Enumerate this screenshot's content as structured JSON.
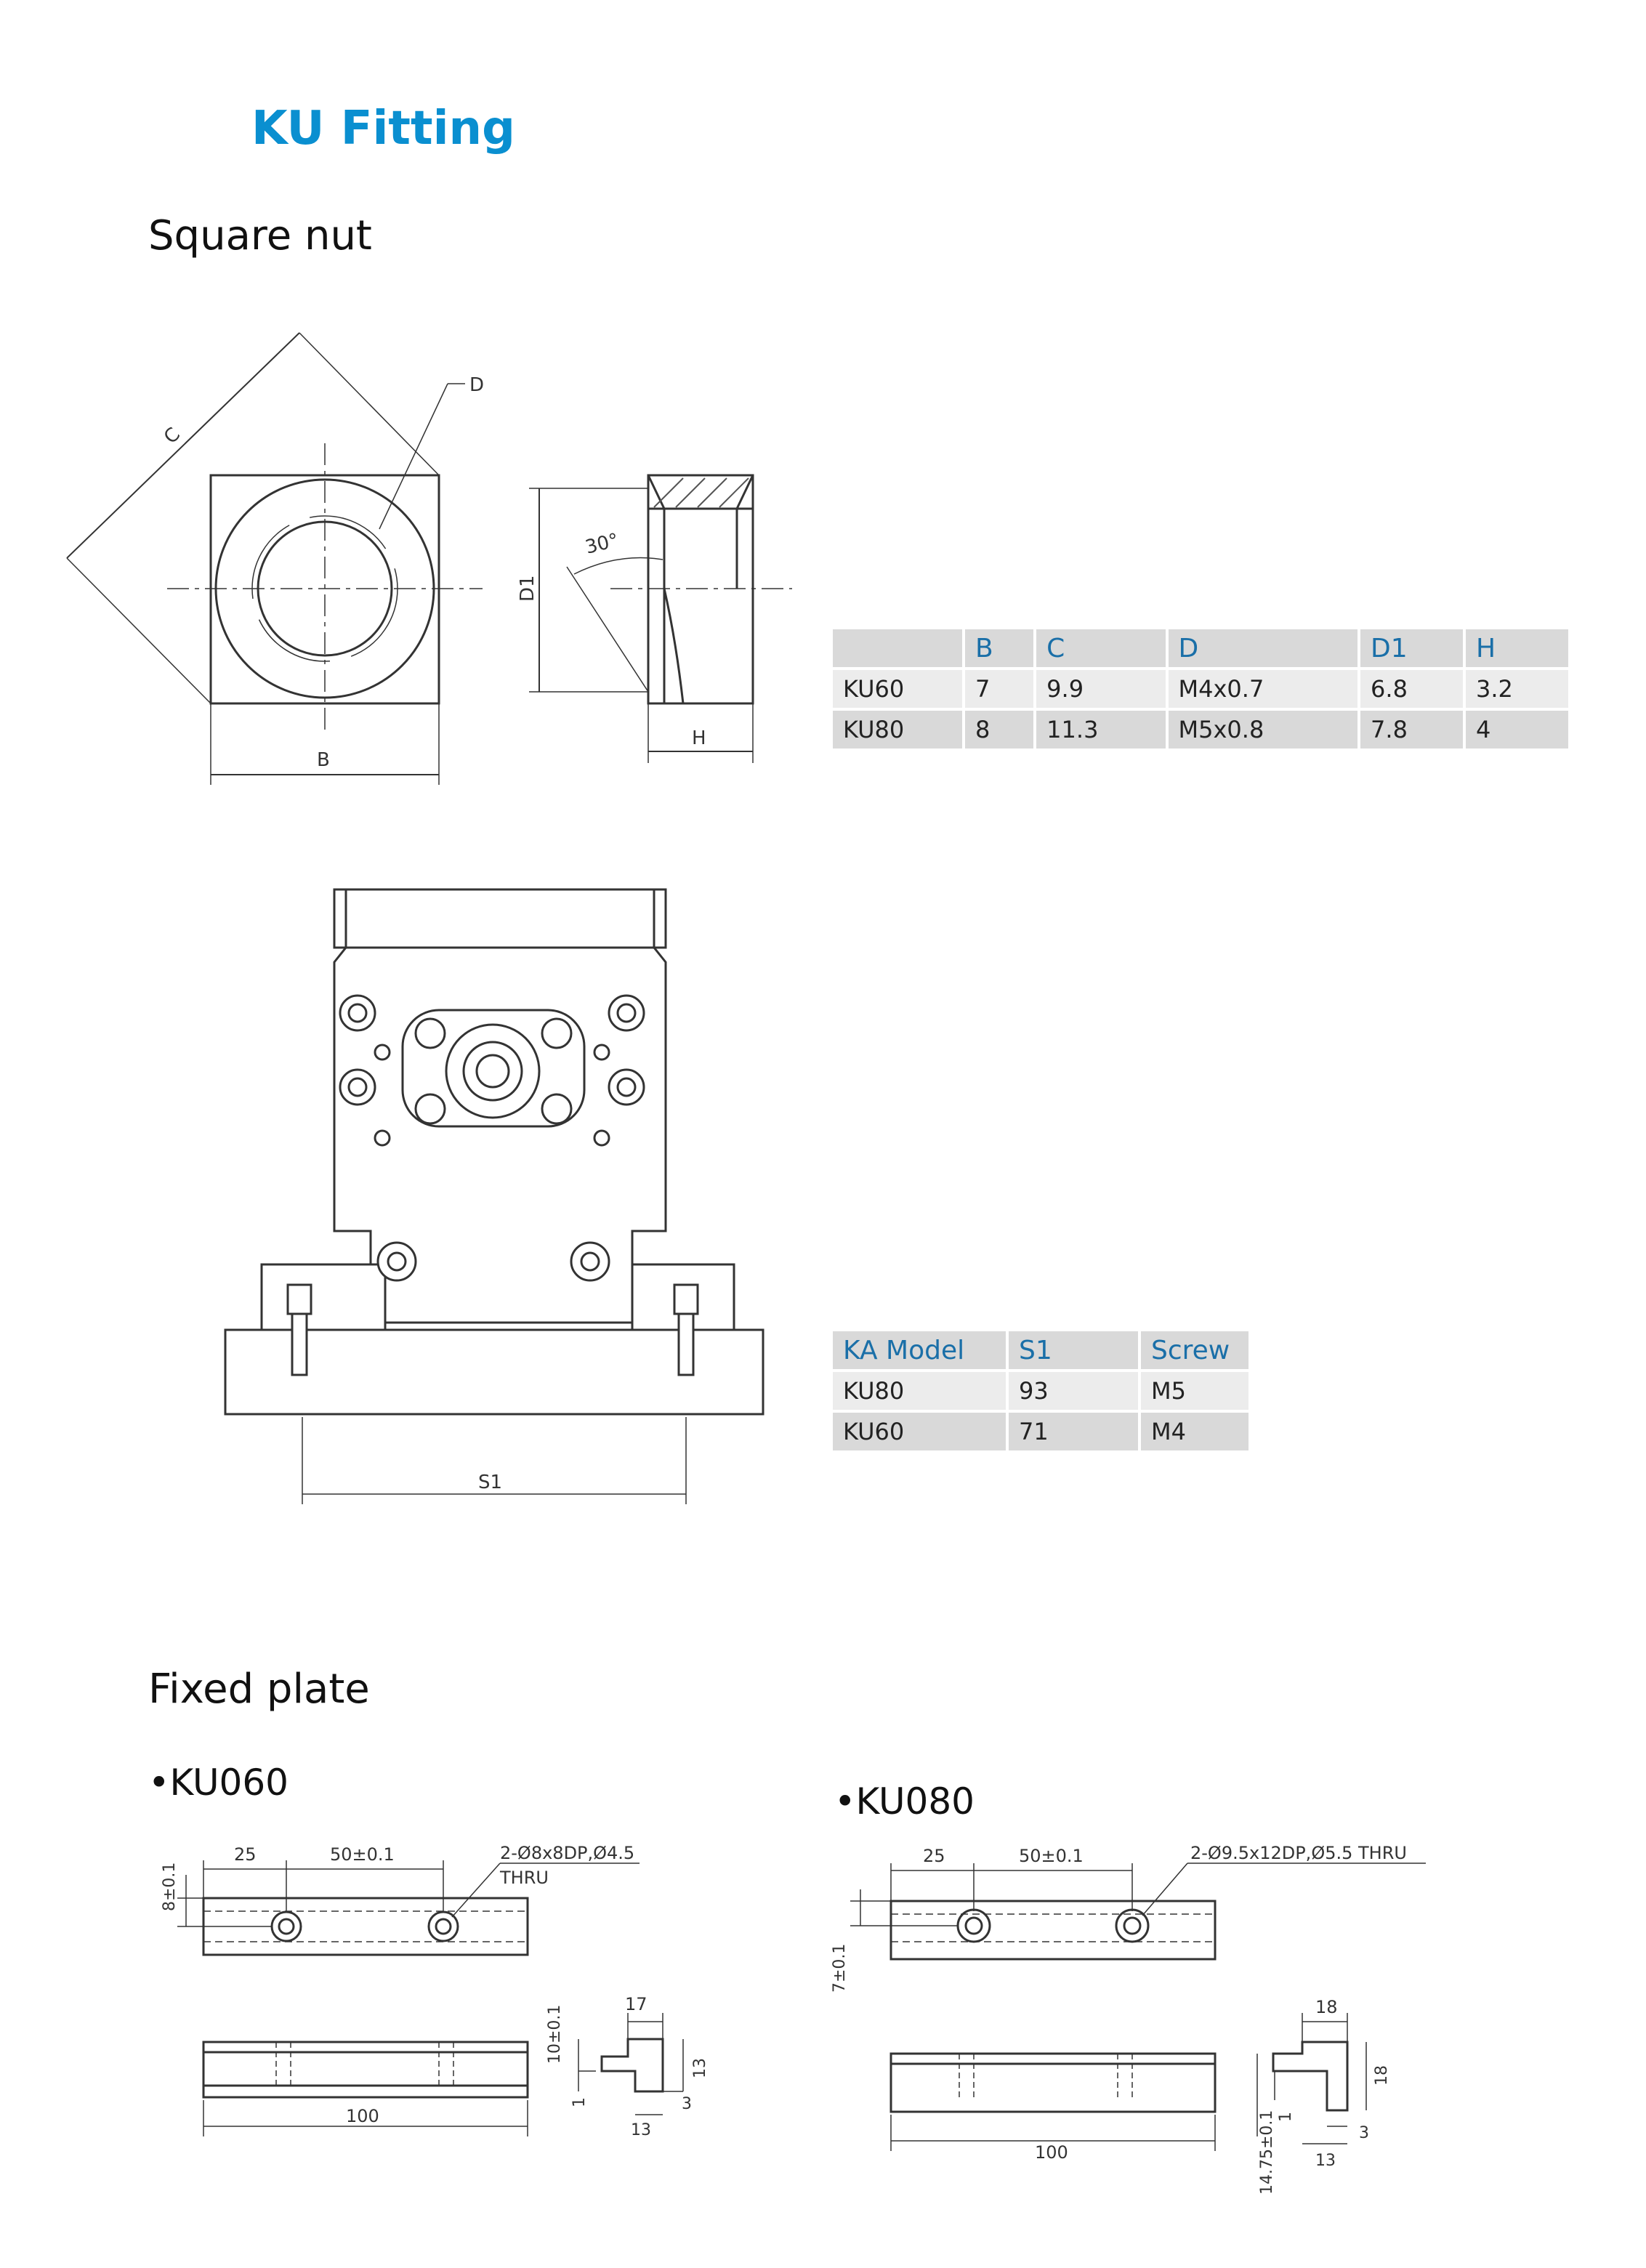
{
  "title": "KU Fitting",
  "section_square_nut": "Square nut",
  "section_fixed_plate": "Fixed plate",
  "nut_labels": {
    "c": "C",
    "d": "D",
    "d1": "D1",
    "angle": "30°",
    "b": "B",
    "h": "H"
  },
  "nut_table": {
    "headers": [
      "",
      "B",
      "C",
      "D",
      "D1",
      "H"
    ],
    "rows": [
      [
        "KU60",
        "7",
        "9.9",
        "M4x0.7",
        "6.8",
        "3.2"
      ],
      [
        "KU80",
        "8",
        "11.3",
        "M5x0.8",
        "7.8",
        "4"
      ]
    ]
  },
  "assembly_label": "S1",
  "ka_table": {
    "headers": [
      "KA Model",
      "S1",
      "Screw"
    ],
    "rows": [
      [
        "KU80",
        "93",
        "M5"
      ],
      [
        "KU60",
        "71",
        "M4"
      ]
    ]
  },
  "ku060": {
    "name": "•KU060",
    "dim_25": "25",
    "dim_50": "50±0.1",
    "dim_8": "8±0.1",
    "note_line1": "2-Ø8x8DP,Ø4.5",
    "note_line2": "THRU",
    "dim_100": "100",
    "dim_17": "17",
    "dim_10": "10±0.1",
    "dim_13a": "13",
    "dim_1": "1",
    "dim_3": "3",
    "dim_13b": "13"
  },
  "ku080": {
    "name": "•KU080",
    "dim_25": "25",
    "dim_50": "50±0.1",
    "dim_7": "7±0.1",
    "note_line1": "2-Ø9.5x12DP,Ø5.5 THRU",
    "dim_100": "100",
    "dim_18a": "18",
    "dim_18b": "18",
    "dim_1": "1",
    "dim_3": "3",
    "dim_13": "13",
    "dim_1475": "14.75±0.1"
  }
}
